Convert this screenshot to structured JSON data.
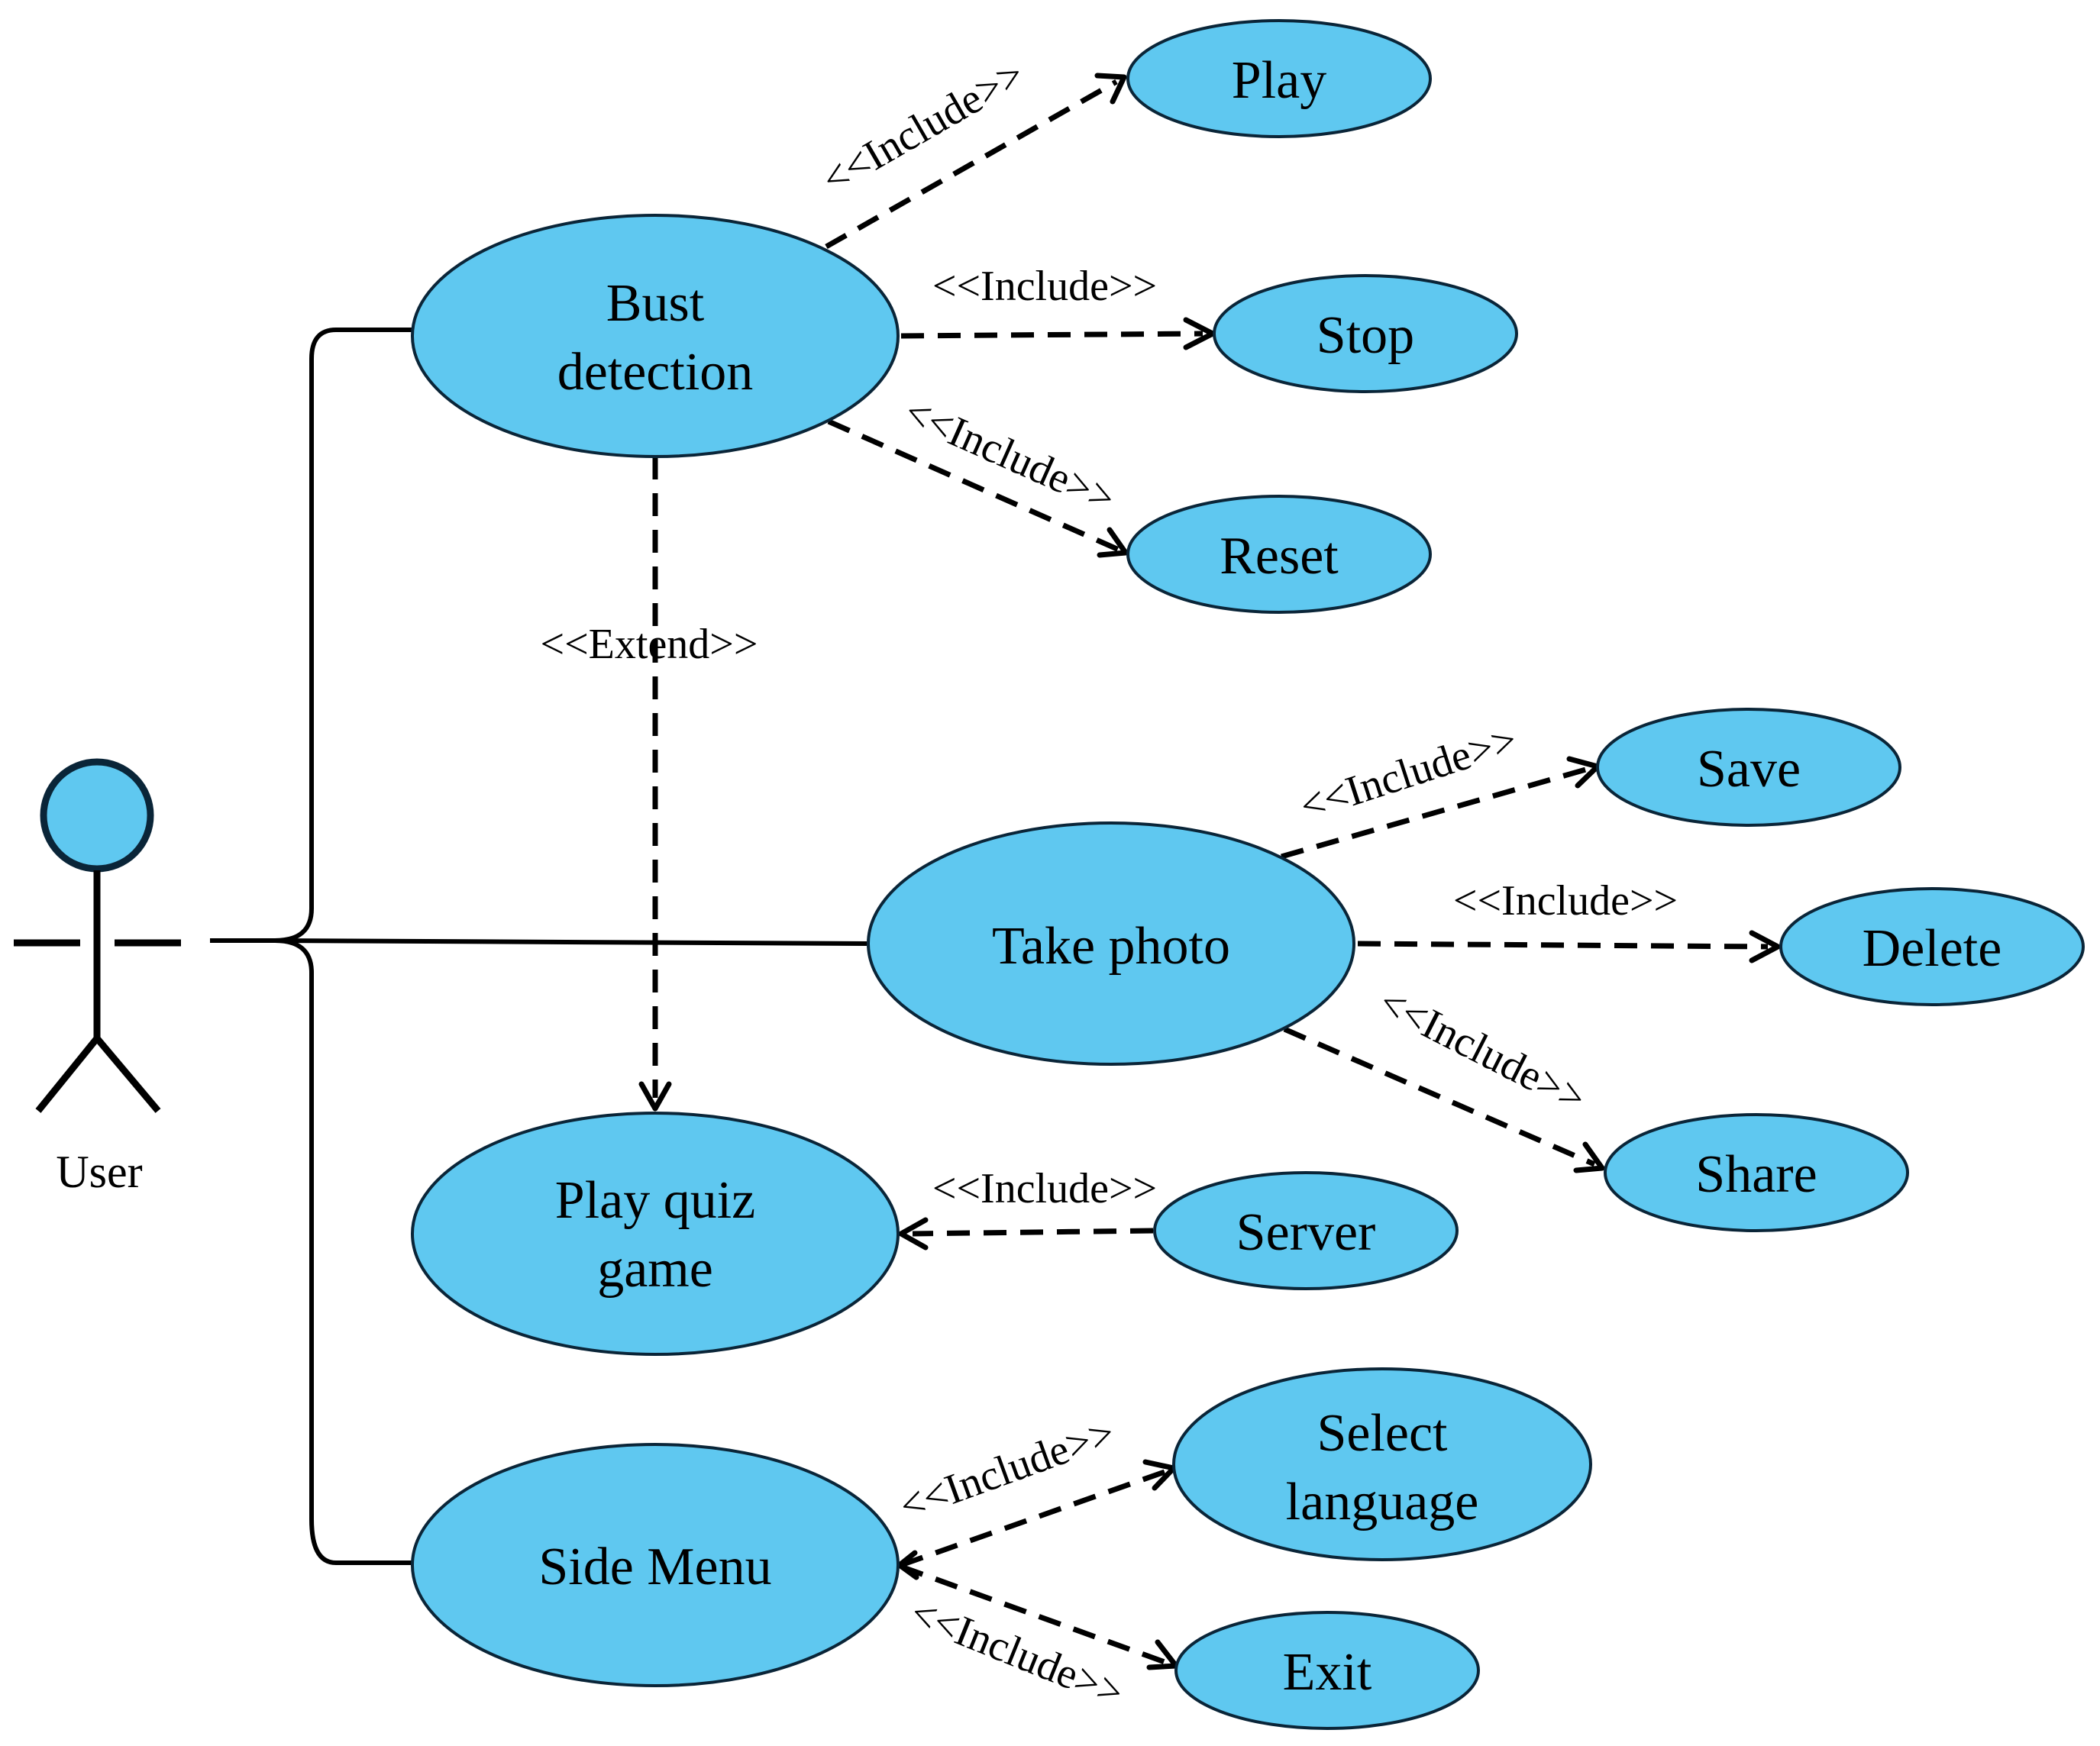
{
  "actor": {
    "label": "User"
  },
  "colors": {
    "usecase_fill": "#5fc8f0",
    "usecase_stroke": "#0a2538",
    "lines": "#000000"
  },
  "usecases": {
    "bust_detection": [
      "Bust",
      "detection"
    ],
    "take_photo": "Take photo",
    "play_quiz_game": [
      "Play quiz",
      "game"
    ],
    "side_menu": "Side Menu",
    "play": "Play",
    "stop": "Stop",
    "reset": "Reset",
    "save": "Save",
    "delete": "Delete",
    "share": "Share",
    "server": "Server",
    "select_language": [
      "Select",
      "language"
    ],
    "exit": "Exit"
  },
  "relations": {
    "include": "<<Include>>",
    "extend": "<<Extend>>"
  }
}
